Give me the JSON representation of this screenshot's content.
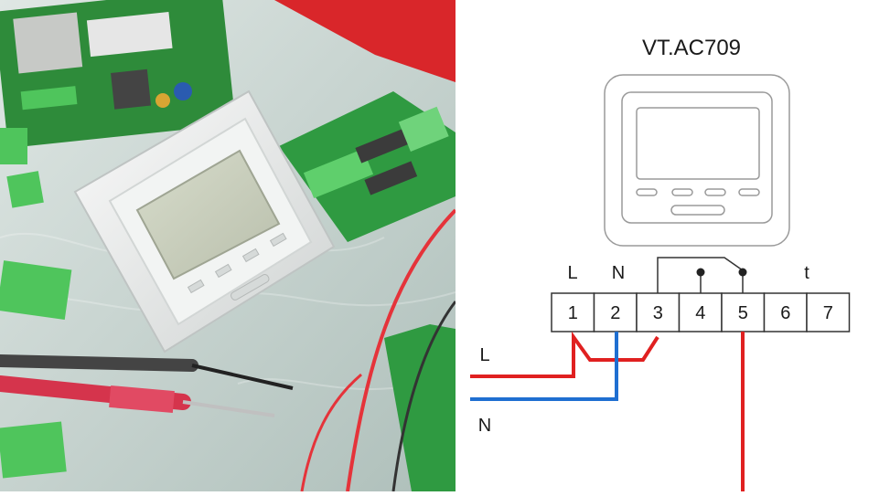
{
  "diagram": {
    "model": "VT.AC709",
    "terminal_labels": {
      "l": "L",
      "n": "N",
      "t": "t"
    },
    "terminals": [
      "1",
      "2",
      "3",
      "4",
      "5",
      "6",
      "7"
    ],
    "wire_labels": {
      "live": "L",
      "neutral": "N"
    },
    "colors": {
      "live": "#e02020",
      "neutral": "#1f6fd1",
      "outline": "#9a9a9a",
      "line": "#333333"
    }
  }
}
